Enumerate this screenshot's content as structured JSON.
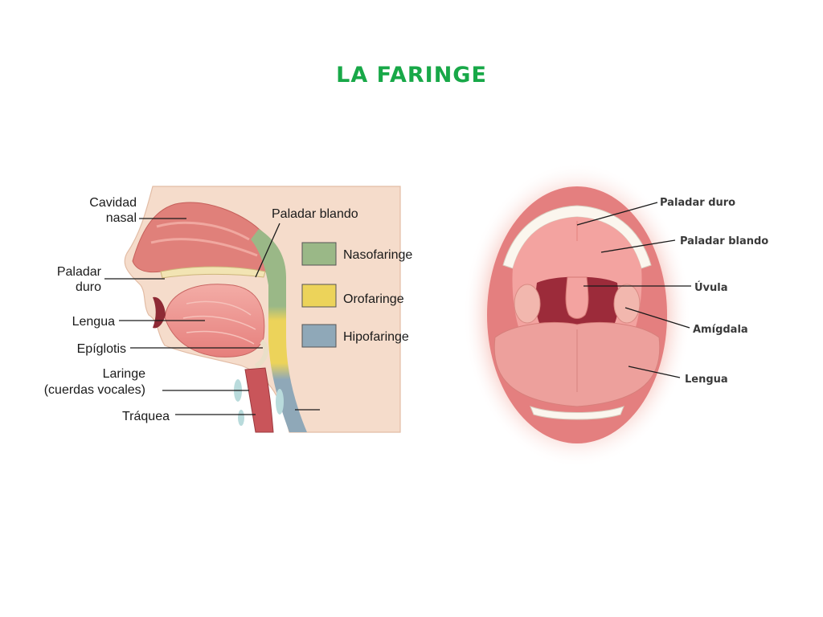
{
  "title": "LA FARINGE",
  "sagittal": {
    "labels": {
      "cavidad_1": "Cavidad",
      "cavidad_2": "nasal",
      "paladar_duro_1": "Paladar",
      "paladar_duro_2": "duro",
      "lengua": "Lengua",
      "epiglotis": "Epíglotis",
      "laringe_1": "Laringe",
      "laringe_2": "(cuerdas vocales)",
      "traquea": "Tráquea",
      "paladar_blando": "Paladar blando"
    },
    "legend": [
      {
        "label": "Nasofaringe",
        "color": "#9ab887"
      },
      {
        "label": "Orofaringe",
        "color": "#ecd35a"
      },
      {
        "label": "Hipofaringe",
        "color": "#8fa8b8"
      }
    ]
  },
  "mouth": {
    "labels": {
      "paladar_duro": "Paladar duro",
      "paladar_blando": "Paladar blando",
      "uvula": "Úvula",
      "amigdala": "Amígdala",
      "lengua": "Lengua"
    }
  },
  "colors": {
    "title": "#18a848"
  }
}
